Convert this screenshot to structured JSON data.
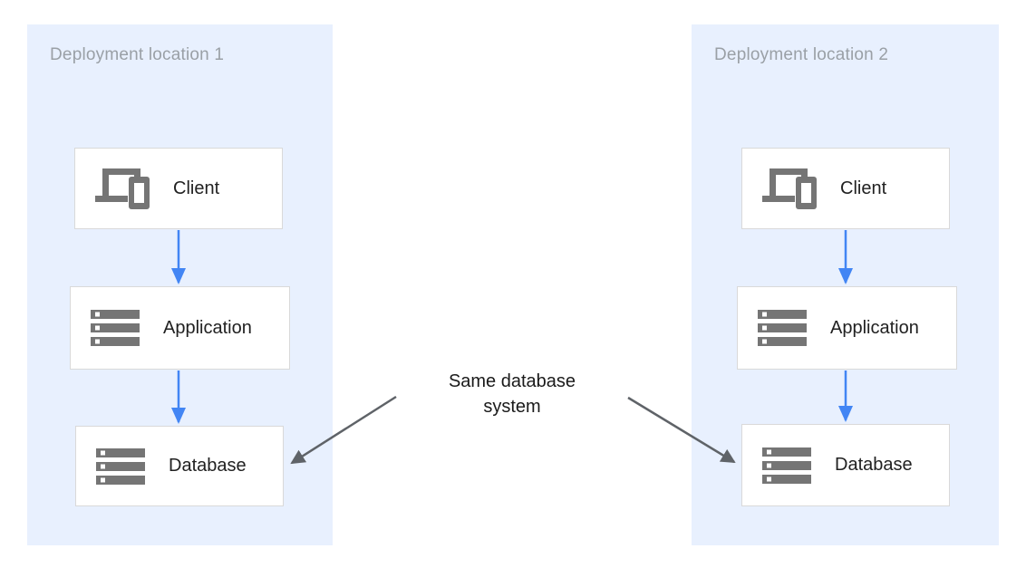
{
  "colors": {
    "panel_background": "#e8f0fe",
    "node_background": "#ffffff",
    "node_border": "#d9d9d9",
    "icon_gray": "#757575",
    "panel_title_gray": "#9aa0a6",
    "node_label_color": "#212121",
    "flow_arrow_blue": "#4285f4",
    "annotation_arrow_gray": "#5f6368"
  },
  "panels": [
    {
      "title": "Deployment location 1",
      "nodes": [
        {
          "label": "Client",
          "icon": "devices-icon"
        },
        {
          "label": "Application",
          "icon": "server-stack-icon"
        },
        {
          "label": "Database",
          "icon": "server-stack-icon"
        }
      ]
    },
    {
      "title": "Deployment location 2",
      "nodes": [
        {
          "label": "Client",
          "icon": "devices-icon"
        },
        {
          "label": "Application",
          "icon": "server-stack-icon"
        },
        {
          "label": "Database",
          "icon": "server-stack-icon"
        }
      ]
    }
  ],
  "annotation": {
    "text": "Same database system",
    "line1": "Same database",
    "line2": "system"
  }
}
